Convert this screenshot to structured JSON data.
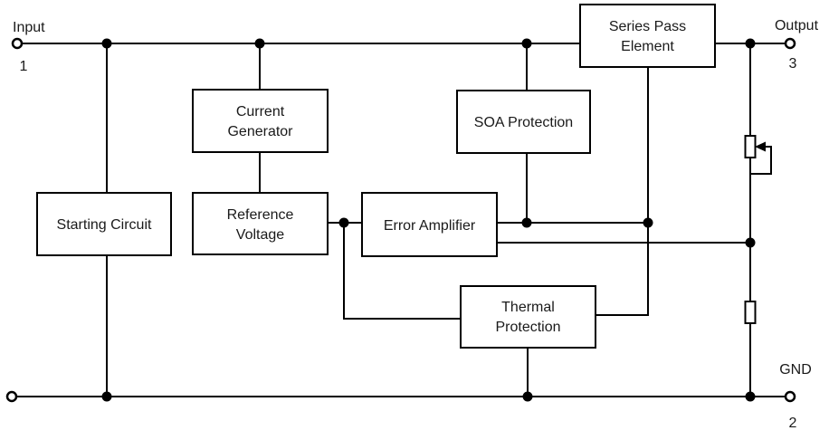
{
  "colors": {
    "stroke": "#000000",
    "background": "#ffffff"
  },
  "terminals": {
    "input": {
      "label": "Input",
      "pin": "1"
    },
    "output": {
      "label": "Output",
      "pin": "3"
    },
    "gnd": {
      "label": "GND",
      "pin": "2"
    }
  },
  "blocks": {
    "series_pass": {
      "line1": "Series Pass",
      "line2": "Element"
    },
    "current_generator": {
      "line1": "Current",
      "line2": "Generator"
    },
    "soa_protection": {
      "line1": "SOA Protection"
    },
    "starting_circuit": {
      "line1": "Starting Circuit"
    },
    "reference_voltage": {
      "line1": "Reference",
      "line2": "Voltage"
    },
    "error_amplifier": {
      "line1": "Error Amplifier"
    },
    "thermal_protection": {
      "line1": "Thermal",
      "line2": "Protection"
    }
  }
}
